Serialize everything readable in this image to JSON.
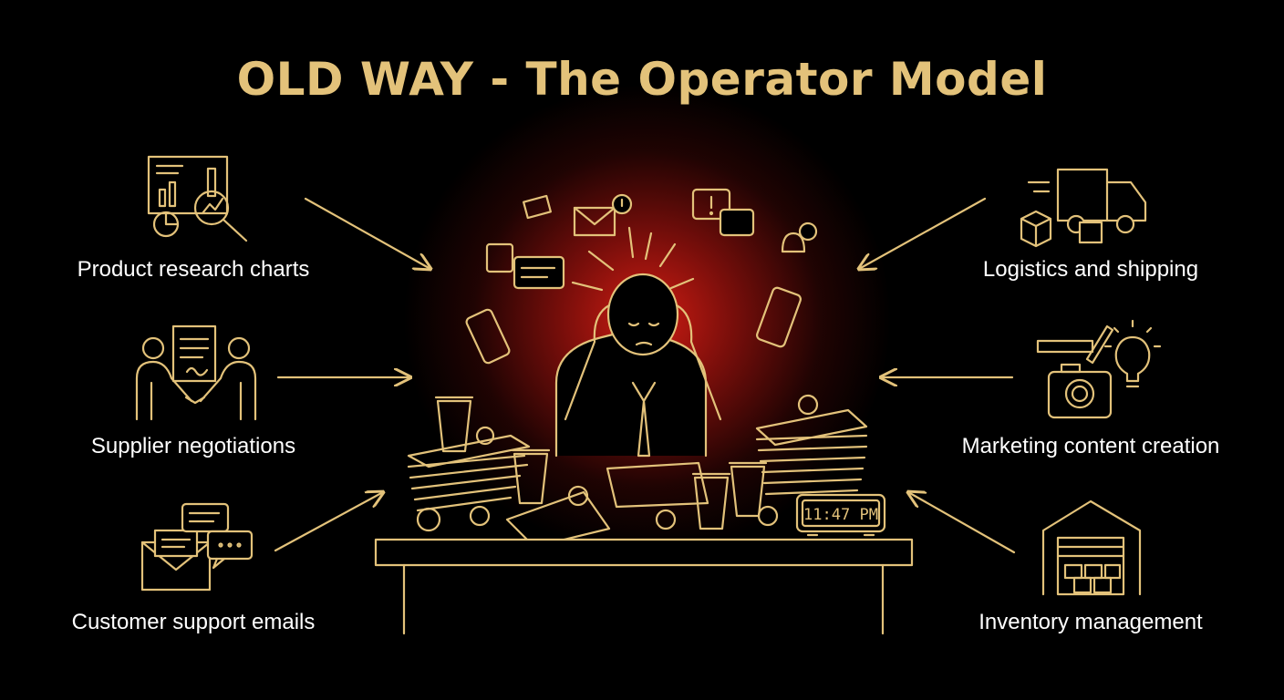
{
  "title": "OLD WAY - The Operator Model",
  "left_items": [
    {
      "label": "Product research charts",
      "icon": "chart-magnifier-icon"
    },
    {
      "label": "Supplier negotiations",
      "icon": "handshake-icon"
    },
    {
      "label": "Customer support emails",
      "icon": "email-chat-icon"
    }
  ],
  "right_items": [
    {
      "label": "Logistics and shipping",
      "icon": "truck-icon"
    },
    {
      "label": "Marketing content creation",
      "icon": "camera-lightbulb-icon"
    },
    {
      "label": "Inventory management",
      "icon": "warehouse-icon"
    }
  ],
  "clock": "11:47 PM",
  "colors": {
    "accent": "#E3C27A",
    "glow": "#DC1E14",
    "background": "#000000",
    "text": "#FFFFFF"
  }
}
